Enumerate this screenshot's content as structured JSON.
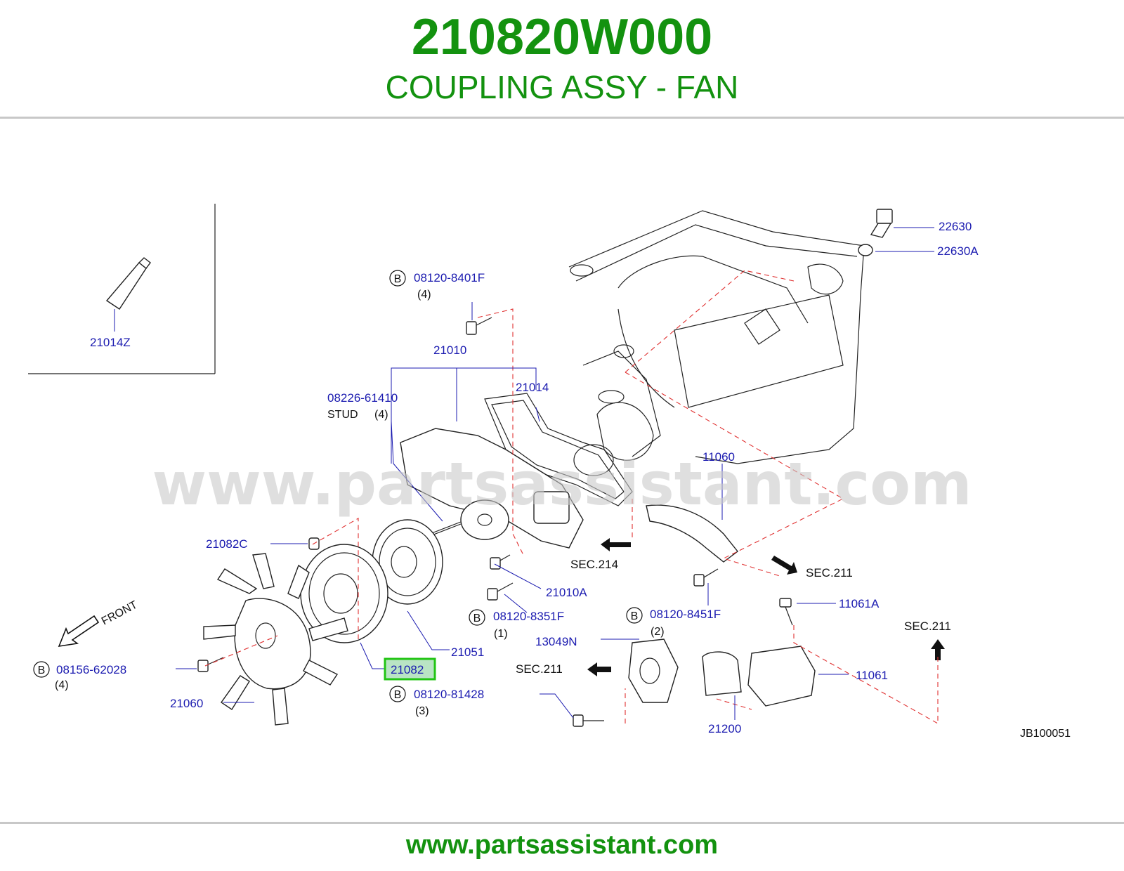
{
  "header": {
    "part_number": "210820W000",
    "part_name": "COUPLING ASSY - FAN"
  },
  "footer": {
    "url": "www.partsassistant.com"
  },
  "watermark": "www.partsassistant.com",
  "diagram_id": "JB100051",
  "labels": {
    "p22630": "22630",
    "p22630A": "22630A",
    "p08120_8401F": "08120-8401F",
    "p08120_8401F_qty": "(4)",
    "p21014Z": "21014Z",
    "p21010": "21010",
    "p21014": "21014",
    "p08226_61410": "08226-61410",
    "stud": "STUD",
    "stud_qty": "(4)",
    "p11060": "11060",
    "p21082C": "21082C",
    "sec214": "SEC.214",
    "sec211_a": "SEC.211",
    "p21010A": "21010A",
    "p11061A": "11061A",
    "p08120_8351F": "08120-8351F",
    "p08120_8351F_qty": "(1)",
    "p08120_8451F": "08120-8451F",
    "p08120_8451F_qty": "(2)",
    "sec211_b": "SEC.211",
    "p13049N": "13049N",
    "p21051": "21051",
    "p21082": "21082",
    "sec211_c": "SEC.211",
    "p11061": "11061",
    "p08156_62028": "08156-62028",
    "p08156_62028_qty": "(4)",
    "p08120_81428": "08120-81428",
    "p08120_81428_qty": "(3)",
    "p21060": "21060",
    "p21200": "21200",
    "front": "FRONT",
    "bolt_marker": "B"
  },
  "colors": {
    "brand_green": "#13920f",
    "label_blue": "#1b1bb0",
    "highlight_bg": "#b9e4c4",
    "highlight_border": "#22c414",
    "dash_red": "#e03030"
  }
}
